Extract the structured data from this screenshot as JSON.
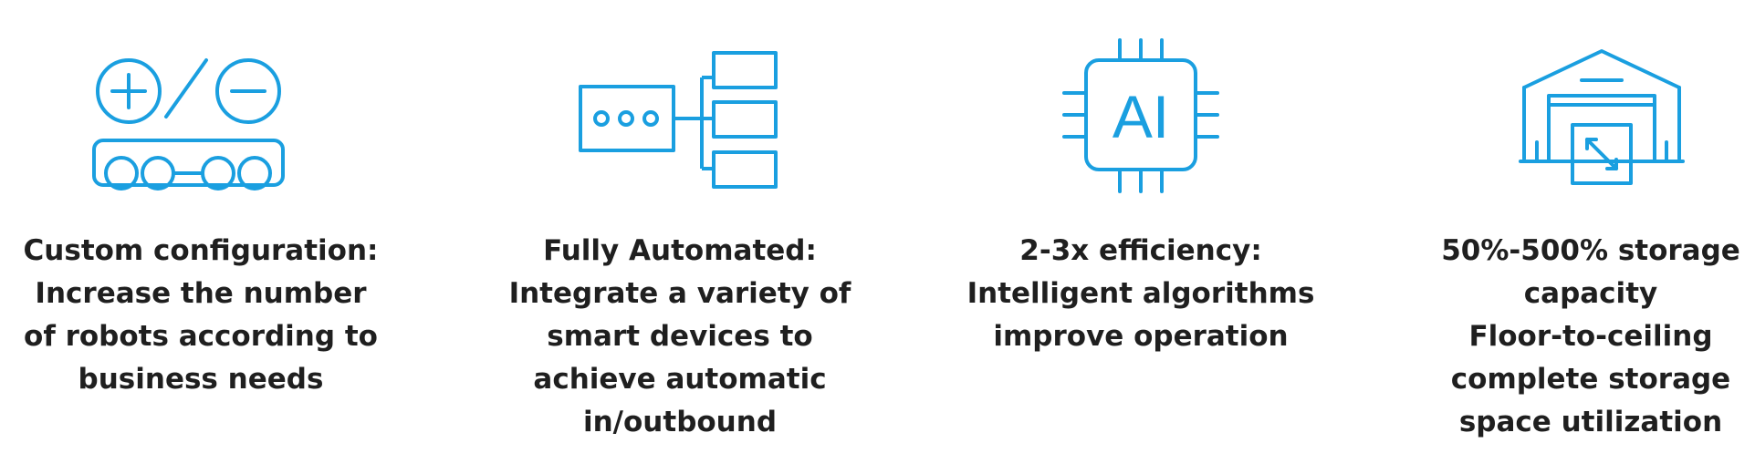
{
  "colors": {
    "icon_stroke": "#1a9fe0",
    "text": "#1f1f1f",
    "background": "#ffffff"
  },
  "features": [
    {
      "icon": "robot-scaling-icon",
      "lines": [
        "Custom configuration:",
        "Increase the number",
        "of robots according to",
        "business needs"
      ]
    },
    {
      "icon": "automation-flow-icon",
      "lines": [
        "Fully Automated:",
        "Integrate a variety of",
        "smart devices to",
        "achieve automatic",
        "in/outbound"
      ]
    },
    {
      "icon": "ai-chip-icon",
      "icon_text": "AI",
      "lines": [
        "2-3x efficiency:",
        "Intelligent algorithms",
        "improve operation"
      ]
    },
    {
      "icon": "warehouse-icon",
      "lines": [
        "50%-500% storage",
        "capacity",
        "Floor-to-ceiling",
        "complete storage",
        "space utilization"
      ]
    }
  ]
}
